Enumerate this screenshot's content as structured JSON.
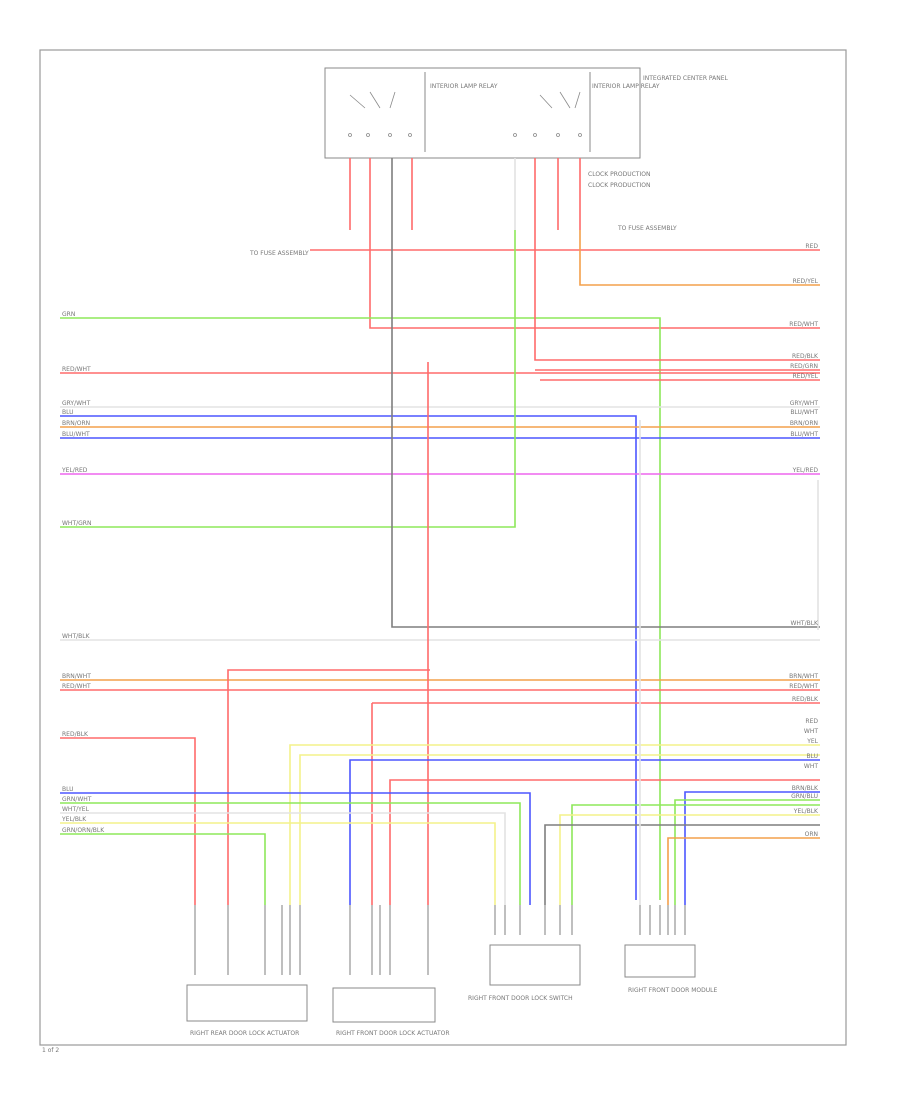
{
  "diagram": {
    "wire_colors": {
      "red": "#ff6b6b",
      "green": "#8ee85a",
      "blue": "#4d57ff",
      "orange": "#f3a04b",
      "yellow": "#f4f28a",
      "magenta": "#ee66ee",
      "gray": "#7f7f7f",
      "pale": "#e3e3e3",
      "frame": "#9a9a9a"
    },
    "page_ref": "1 of 2",
    "top_relay_1_label": "INTERIOR LAMP RELAY",
    "top_relay_2_label": "INTERIOR LAMP RELAY",
    "module_note": "INTEGRATED CENTER PANEL",
    "callout_top_1": "TO FUSE ASSEMBLY",
    "callout_top_2": "TO FUSE ASSEMBLY",
    "ctrl_label_1": "CLOCK PRODUCTION",
    "ctrl_label_2": "CLOCK PRODUCTION",
    "components": {
      "c1": "RIGHT REAR DOOR LOCK ACTUATOR",
      "c2": "RIGHT FRONT DOOR LOCK ACTUATOR",
      "c3": "RIGHT FRONT DOOR LOCK SWITCH",
      "c4": "RIGHT FRONT DOOR MODULE"
    },
    "left_wires": [
      "GRN",
      "RED/WHT",
      "GRY/WHT",
      "BLU",
      "BRN/ORN",
      "BLU/WHT",
      "YEL/RED",
      "WHT/GRN",
      "WHT/BLK",
      "BRN/WHT",
      "RED/WHT",
      "RED/BLK",
      "BLU",
      "GRN/WHT",
      "WHT/YEL",
      "YEL/BLK",
      "GRN/ORN/BLK"
    ],
    "right_wires": [
      "RED",
      "RED/YEL",
      "RED/WHT",
      "RED/BLK",
      "RED/GRN",
      "RED/YEL",
      "GRY/WHT",
      "BLU/WHT",
      "BRN/ORN",
      "BLU/WHT",
      "YEL/RED",
      "WHT/BLK",
      "BRN/WHT",
      "RED/WHT",
      "RED/BLK",
      "RED",
      "WHT",
      "YEL",
      "BLU",
      "WHT",
      "BRN/BLK",
      "GRN/BLU",
      "YEL/BLK",
      "ORN"
    ]
  }
}
